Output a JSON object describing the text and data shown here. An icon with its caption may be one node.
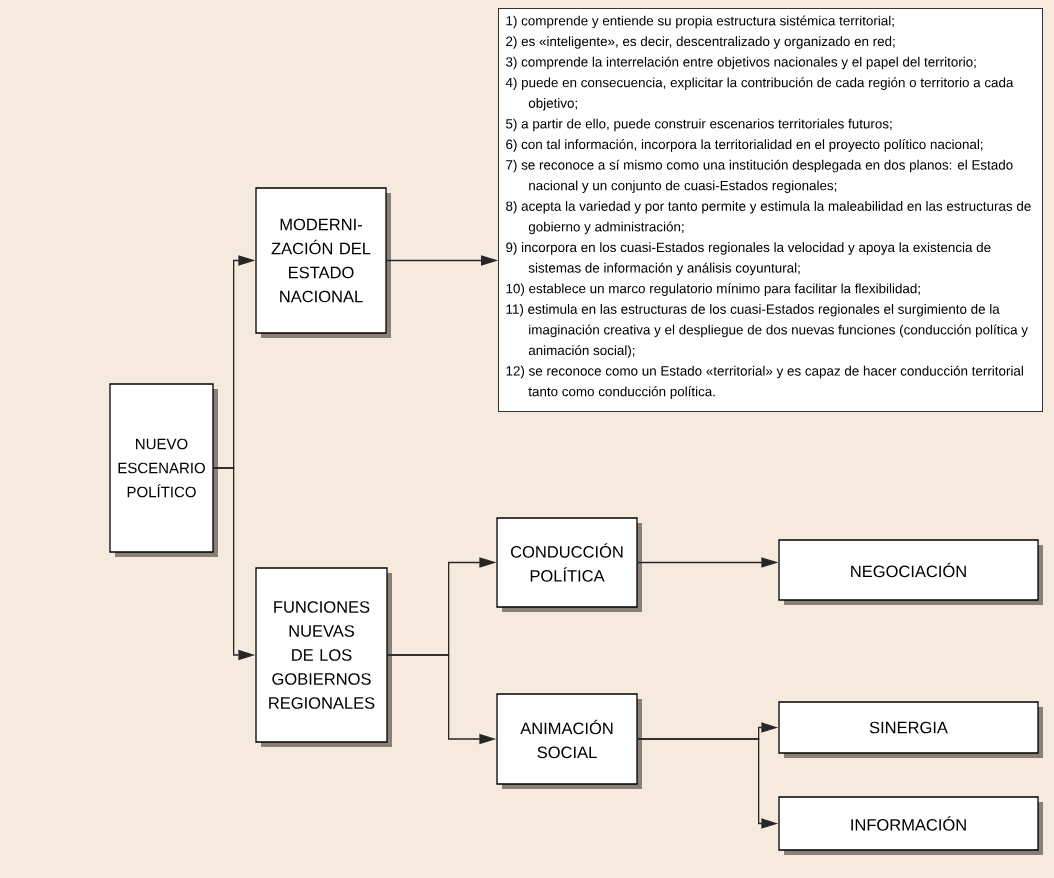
{
  "diagram": {
    "nodes": [
      {
        "text": [
          "NUEVO ESCENARIO POLÍTICO"
        ]
      },
      {
        "text": [
          "MODERNI- ZACIÓN DEL ESTADO NACIONAL"
        ]
      },
      {
        "text": [
          "1) comprende y entiende su propia estructura sistémica territorial;",
          "2) es «inteligente», es decir, descentralizado y organizado en red;",
          "3) comprende la interrelación entre objetivos nacionales y el papel del territorio;",
          "4) puede en consecuencia, explicitar la contribución de cada región o territorio a cada objetivo;",
          "5) a partir de ello, puede construir escenarios territoriales futuros;",
          "6) con tal información, incorpora la territorialidad en el proyecto político nacional;",
          "7) se reconoce a sí mismo como una institución desplegada en dos planos: el Estado nacional y un conjunto de cuasi-Estados regionales;",
          "8) acepta la variedad y por tanto permite y estimula la maleabilidad en las estructuras de gobierno y administración;",
          "9) incorpora en los cuasi-Estados regionales la velocidad y apoya la existencia de sistemas de información y análisis coyuntural;",
          "10) establece un marco regulatorio mínimo para facilitar la flexibilidad;",
          "11) estimula en las estructuras de los cuasi-Estados regionales el surgimiento de la imaginación creativa y el despliegue de dos nuevas funciones (conducción política y animación social);",
          "12) se reconoce como un Estado «territorial» y es capaz de hacer conducción territorial tanto como conducción política."
        ]
      },
      {
        "text": [
          "FUNCIONES NUEVAS DE LOS GOBIERNOS REGIONALES"
        ]
      },
      {
        "text": [
          "CONDUCCIÓN POLÍTICA"
        ]
      },
      {
        "text": [
          "ANIMACIÓN SOCIAL"
        ]
      },
      {
        "text": [
          "NEGOCIACIÓN"
        ]
      },
      {
        "text": [
          "SINERGIA"
        ]
      },
      {
        "text": [
          "INFORMACIÓN"
        ]
      }
    ],
    "edges": [
      {
        "from": 0,
        "to": 1,
        "arrow": "to"
      },
      {
        "from": 0,
        "to": 3,
        "arrow": "to"
      },
      {
        "from": 1,
        "to": 2,
        "arrow": "to"
      },
      {
        "from": 3,
        "to": 4,
        "arrow": "to"
      },
      {
        "from": 3,
        "to": 5,
        "arrow": "to"
      },
      {
        "from": 4,
        "to": 6,
        "arrow": "to"
      },
      {
        "from": 5,
        "to": 7,
        "arrow": "to"
      },
      {
        "from": 5,
        "to": 8,
        "arrow": "to"
      }
    ]
  }
}
